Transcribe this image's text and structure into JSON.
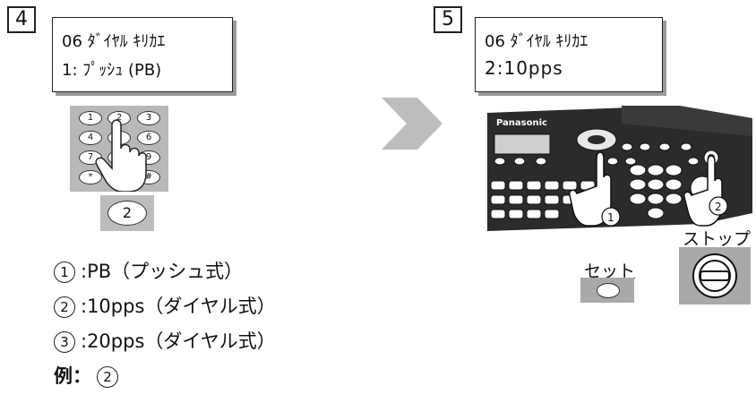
{
  "step4": {
    "number": "4",
    "lcd_line1": "06 ﾀﾞｲﾔﾙ ｷﾘｶｴ",
    "lcd_line2": "1: ﾌﾟｯｼｭ (PB)",
    "keypad_keys": [
      "1",
      "2",
      "3",
      "4",
      "5",
      "6",
      "7",
      "8",
      "9",
      "*",
      "0",
      "#"
    ],
    "big_key_label": "2",
    "options": [
      {
        "num": "1",
        "text": ":PB（プッシュ式）"
      },
      {
        "num": "2",
        "text": ":10pps（ダイヤル式）"
      },
      {
        "num": "3",
        "text": ":20pps（ダイヤル式）"
      }
    ],
    "example_label": "例：",
    "example_num": "2"
  },
  "step5": {
    "number": "5",
    "lcd_line1": "06 ﾀﾞｲﾔﾙ ｷﾘｶｴ",
    "lcd_line2": "2:10pps",
    "brand": "Panasonic",
    "callout1": "1",
    "callout2": "2",
    "set_label": "セット",
    "stop_label": "ストップ"
  },
  "colors": {
    "keypad_bg": "#b8b8b8",
    "arrow": "#bdbdbd",
    "panel_dark": "#2b2b2b",
    "button_gray": "#a9a9a9"
  }
}
